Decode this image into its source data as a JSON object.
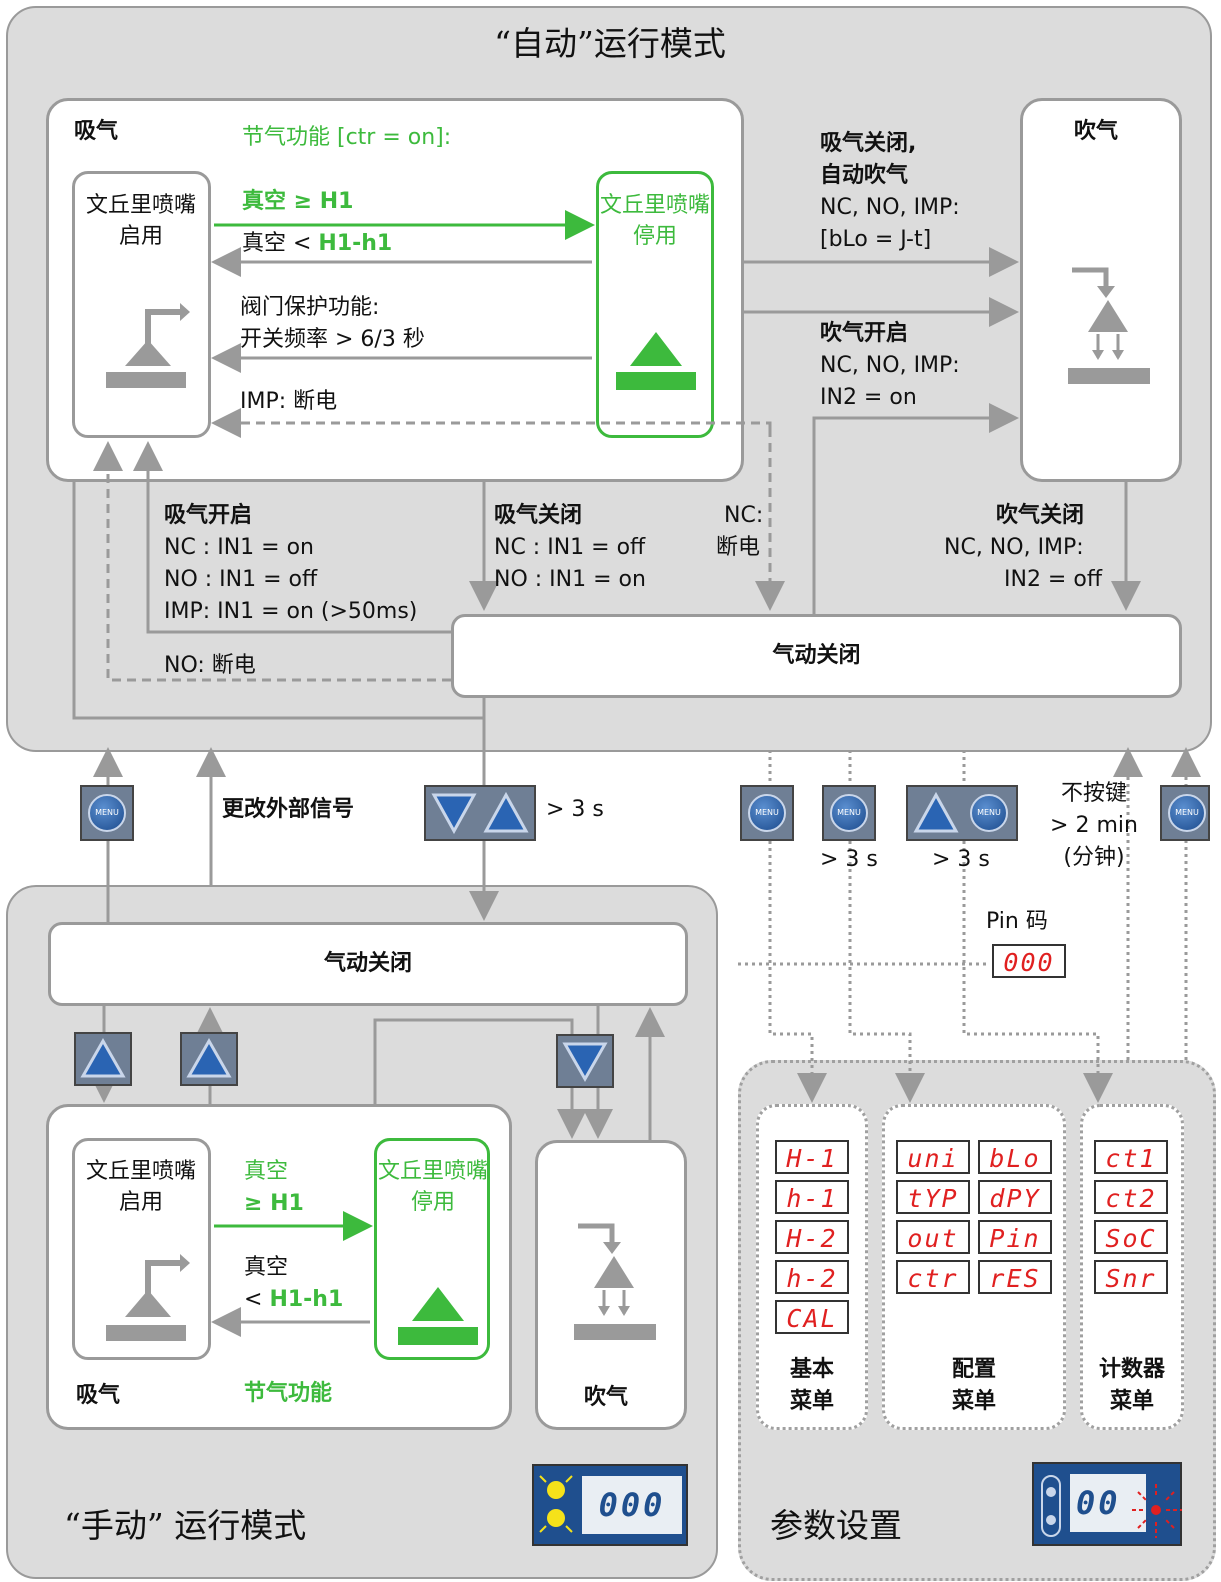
{
  "auto_mode": {
    "title": "“自动”运行模式",
    "suction_label": "吸气",
    "eco_title": "节气功能 [ctr = on]:",
    "venturi_on": "文丘里喷嘴启用",
    "venturi_off": "文丘里喷嘴停用",
    "vac_ge": "真空 ≥ ",
    "h1": "H1",
    "vac_lt": "真空  < ",
    "h1h1": "H1-h1",
    "valve_prot_1": "阀门保护功能:",
    "valve_prot_2": "开关频率  > 6/3 秒",
    "imp_power_off": "IMP: 断电",
    "blow_label": "吹气",
    "suck_off_auto_1": "吸气关闭,",
    "suck_off_auto_2": "自动吹气",
    "suck_off_auto_3": "NC, NO, IMP:",
    "suck_off_auto_4": "[bLo = J-t]",
    "blow_on_1": "吹气开启",
    "blow_on_2": "NC, NO, IMP:",
    "blow_on_3": "IN2 = on",
    "suck_on_1": "吸气开启",
    "suck_on_2": "NC : IN1 = on",
    "suck_on_3": "NO : IN1 = off",
    "suck_on_4": "IMP: IN1 = on (>50ms)",
    "suck_off_1": "吸气关闭",
    "suck_off_2": "NC : IN1 = off",
    "suck_off_3": "NO : IN1 = on",
    "nc_power_1": "NC:",
    "nc_power_2": "断电",
    "blow_off_1": "吹气关闭",
    "blow_off_2": "NC, NO, IMP:",
    "blow_off_3": "IN2 = off",
    "no_power_off": "NO: 断电",
    "pneumatic_off": "气动关闭"
  },
  "transitions": {
    "menu_label": "MENU",
    "change_ext": "更改外部信号",
    "gt3s_a": "> 3 s",
    "gt3s_b": "> 3 s",
    "gt3s_c": "> 3 s",
    "no_key_1": "不按键",
    "no_key_2": "> 2 min",
    "no_key_3": "(分钟)",
    "pin_label": "Pin 码",
    "pin_value": "000"
  },
  "manual_mode": {
    "title": "“手动” 运行模式",
    "pneumatic_off": "气动关闭",
    "venturi_on": "文丘里喷嘴启用",
    "venturi_off": "文丘里喷嘴停用",
    "vac_ge_1": "真空",
    "vac_ge_2": "≥ ",
    "h1": "H1",
    "vac_lt_1": "真空",
    "vac_lt_2": "< ",
    "h1h1": "H1-h1",
    "suction_label": "吸气",
    "eco_label": "节气功能",
    "blow_label": "吹气",
    "display_value": "000"
  },
  "param": {
    "title": "参数设置",
    "basic_codes": [
      "H-1",
      "h-1",
      "H-2",
      "h-2",
      "CAL"
    ],
    "basic_label_1": "基本",
    "basic_label_2": "菜单",
    "config_codes_left": [
      "uni",
      "tYP",
      "out",
      "ctr"
    ],
    "config_codes_right": [
      "bLo",
      "dPY",
      "Pin",
      "rES"
    ],
    "config_label_1": "配置",
    "config_label_2": "菜单",
    "counter_codes": [
      "ct1",
      "ct2",
      "SoC",
      "Snr"
    ],
    "counter_label_1": "计数器",
    "counter_label_2": "菜单",
    "display_value": "00"
  },
  "colors": {
    "green": "#3dba3d",
    "panel": "#dcdcdc",
    "line": "#9a9a9a",
    "lcd_red": "#e02020",
    "button_blue": "#1f4f8e"
  }
}
